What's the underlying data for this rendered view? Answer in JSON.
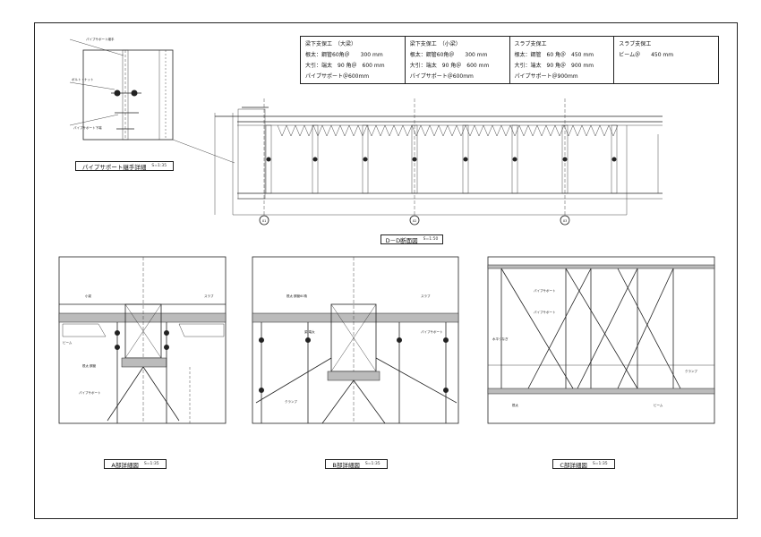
{
  "spec_table": [
    {
      "title": "梁下支保工　（大梁）",
      "rows": [
        "根太：鋼管60角＠　　300 mm",
        "大引：端太　90 角＠　600 mm",
        "パイプサポート＠600mm"
      ]
    },
    {
      "title": "梁下支保工　（小梁）",
      "rows": [
        "根太：鋼管60角＠　　300 mm",
        "大引：端太　90 角＠　600 mm",
        "パイプサポート＠600mm"
      ]
    },
    {
      "title": "スラブ支保工",
      "rows": [
        "根太：鋼管　60 角＠　450 mm",
        "大引：端太　90 角＠　900 mm",
        "パイプサポート＠900mm"
      ]
    },
    {
      "title": "スラブ支保工",
      "rows": [
        "ビーム＠　　450 mm"
      ]
    }
  ],
  "labels": {
    "detail_pipe": {
      "title": "パイプサポート継手詳細",
      "scale": "S=1:35"
    },
    "section_dd": {
      "title": "D－D断面図",
      "scale": "S=1:50"
    },
    "detail_a": {
      "title": "A部詳細図",
      "scale": "S=1:35"
    },
    "detail_b": {
      "title": "B部詳細図",
      "scale": "S=1:35"
    },
    "detail_c": {
      "title": "C部詳細図",
      "scale": "S=1:35"
    }
  },
  "grid_markers": [
    "X1",
    "X2",
    "X3"
  ]
}
